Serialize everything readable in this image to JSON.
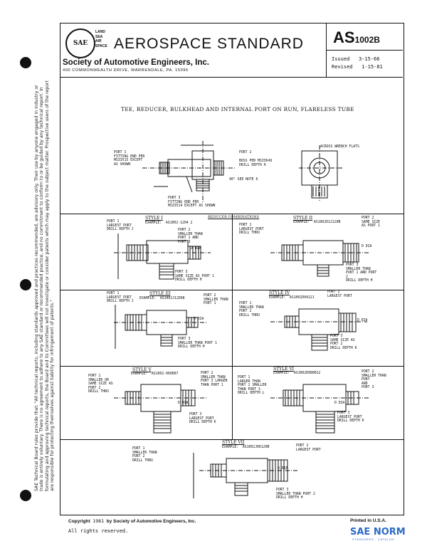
{
  "header": {
    "logo_text": "SAE",
    "logo_lines": [
      "LAND",
      "SEA",
      "AIR",
      "SPACE"
    ],
    "title": "AEROSPACE STANDARD",
    "society": "Society of Automotive Engineers, Inc.",
    "address": "400 COMMONWEALTH DRIVE, WARRENDALE, PA. 15096"
  },
  "doc": {
    "number_prefix": "AS",
    "number_suffix": "1002B",
    "issued_label": "Issued",
    "issued_date": "3-15-66",
    "revised_label": "Revised",
    "revised_date": "1-15-81"
  },
  "side_notice": "SAE Technical Board rules provide that: \"All technical reports, including standards approved and practices recommended, are advisory only. Their use by anyone engaged in industry or trade is entirely voluntary. There is no agreement to adhere to any SAE standard or recommended practice, and no commitment to conform to or be guided by any technical report. In formulating and approving technical reports, the Board and its Committees will not investigate or consider patents which may apply to the subject matter. Prospective users of the report are responsible for protecting themselves against liability for infringement of patents.\"",
  "main_title": "TEE, REDUCER, BULKHEAD AND INTERNAL PORT ON RUN, FLARELESS TUBE",
  "top": {
    "port1": "PORT 1\nFITTING END PER\nMS33515 EXCEPT\nAS SHOWN",
    "port2": "PORT 2",
    "boss": "BOSS PER MS33649\nDRILL DEPTH H",
    "note": "90° SEE NOTE 6",
    "port3": "PORT 3\nFITTING END PER\nMS33514 EXCEPT AS SHOWN",
    "across": "ACROSS WRENCH FLATS"
  },
  "reducer_label": "REDUCER COMBINATIONS",
  "styles": [
    {
      "title": "STYLE I",
      "example": "EXAMPLE:  AS1002-1204 2",
      "l1": "PORT 1\nLARGEST PORT\nDRILL DEPTH J",
      "l2": "PORT 2\nSMALLER THAN\nPORT 1 AND\nPORT 3",
      "l3": "PORT 3\nSAME SIZE AS PORT 1\nDRILL DEPTH H",
      "dia": "D DIA"
    },
    {
      "title": "STYLE II",
      "example": "EXAMPLE:  AS1002D12120B",
      "l1": "PORT 1\nLARGEST PORT\nDRILL THRU",
      "l2": "PORT 2\nSAME SIZE\nAS PORT 1",
      "l3": "PORT 3\nSMALLER THAN\nPORT 1 AND PORT\n2\nDRILL DEPTH H",
      "dia": "D DIA"
    },
    {
      "title": "STYLE III",
      "example": "EXAMPLE:  AS1002J12D08",
      "l1": "PORT 1\nLARGEST PORT\nDRILL DEPTH J",
      "l2": "PORT 2\nSMALLER THAN\nPORT 1",
      "l3": "PORT 3\nSMALLER THAN PORT 1\nDRILL DEPTH H",
      "dia": "D DIA"
    },
    {
      "title": "STYLE IV",
      "example": "EXAMPLE:  AS1002D04121",
      "l1": "PORT 1\nSMALLER THAN\nPORT 2\nDRILL THRU",
      "l2": "PORT 2\nLARGEST PORT",
      "l3": "PORT 3\nSAME SIZE AS\nPORT 2\nDRILL DEPTH K",
      "dia": "D DIA"
    },
    {
      "title": "STYLE V",
      "example": "EXAMPLE:  AS1002-060807",
      "l1": "PORT 1\nSMALLER OR\nSAME SIZE AS\nPORT 2\nDRILL THRU",
      "l2": "PORT 2\nSMALLER THAN\nPORT 3 LARGER\nTHAN PORT 1",
      "l3": "PORT 3\nLARGEST PORT\nDRILL DEPTH K",
      "dia": "D DIA"
    },
    {
      "title": "STYLE VI",
      "example": "EXAMPLE:  AS1002D080812",
      "l1": "PORT 1\nLARGER THAN\nPORT 2 SMALLER\nTHAN PORT 3\nDRILL DEPTH L",
      "l2": "PORT 2\nSMALLER THAN\nPORT\nAND\nPORT 3",
      "l3": "PORT 3\nLARGEST PORT\nDRILL DEPTH K",
      "dia": "D DIA"
    },
    {
      "title": "STYLE VII",
      "example": "EXAMPLE:  AS1002J06120B",
      "l1": "PORT 1\nSMALLER THAN\nPORT 2\nDRILL THRU",
      "l2": "PORT 2\nLARGEST PORT",
      "l3": "PORT 3\nSMALLER THAN PORT 2\nDRILL DEPTH H",
      "dia": "D DIA"
    }
  ],
  "footer": {
    "copyright": "Copyright",
    "year": "1981",
    "by": "by Society of Automotive Engineers, Inc.",
    "printed": "Printed in U.S.A.",
    "rights": "All rights reserved."
  },
  "watermark": {
    "text": "SAE NORM",
    "sub": "STANDARDS · CATALOG"
  }
}
